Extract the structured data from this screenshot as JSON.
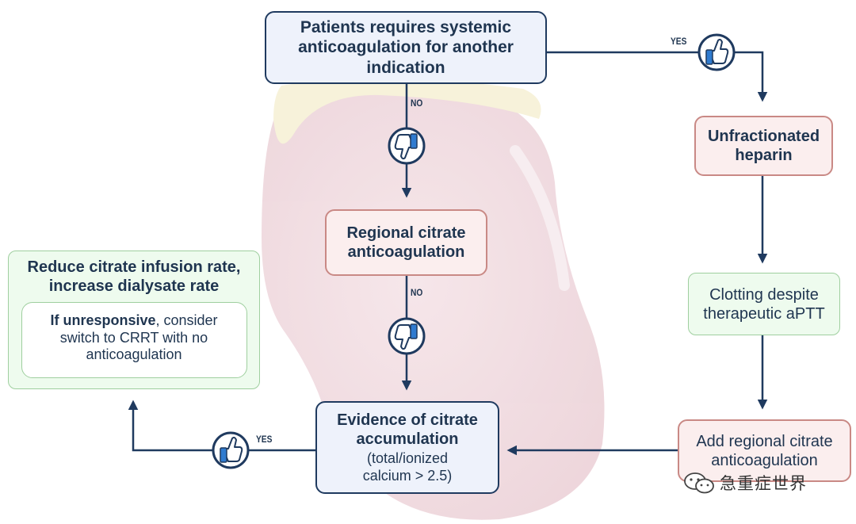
{
  "nodes": {
    "patients": "Patients requires systemic anticoagulation for another indication",
    "heparin": "Unfractionated heparin",
    "regional_citrate": "Regional citrate anticoagulation",
    "clotting": "Clotting despite therapeutic aPTT",
    "add_citrate": "Add regional citrate anticoagulation",
    "evidence_title": "Evidence of citrate accumulation",
    "evidence_detail": "(total/ionized calcium > 2.5)",
    "reduce_title": "Reduce citrate infusion rate, increase dialysate rate",
    "unresponsive_bold": "If unresponsive",
    "unresponsive_rest": ", consider switch to CRRT with no anticoagulation"
  },
  "labels": {
    "yes": "YES",
    "no": "NO"
  },
  "watermark": "急重症世界",
  "icons": {
    "thumbs_up": "thumbs-up-icon",
    "thumbs_down": "thumbs-down-icon",
    "kidney": "kidney-background",
    "wechat": "wechat-icon"
  },
  "colors": {
    "blue_border": "#1f3a5f",
    "blue_fill": "#eef2fb",
    "red_border": "#c98985",
    "red_fill": "#fbeeee",
    "green_border": "#9fcf9f",
    "green_fill": "#eefbee",
    "kidney": "#f3dde2",
    "arrow": "#1f3a5f"
  }
}
